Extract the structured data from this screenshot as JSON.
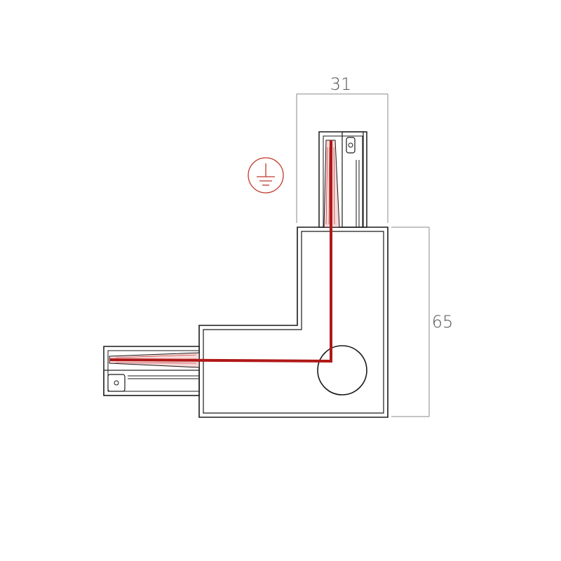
{
  "dimensions": {
    "width_label": "31",
    "height_label": "65"
  },
  "symbol": {
    "name": "ground-symbol",
    "color": "#c0392b"
  },
  "colors": {
    "outline": "#1a1a1a",
    "wire": "#b01818",
    "dimension": "#777777"
  }
}
